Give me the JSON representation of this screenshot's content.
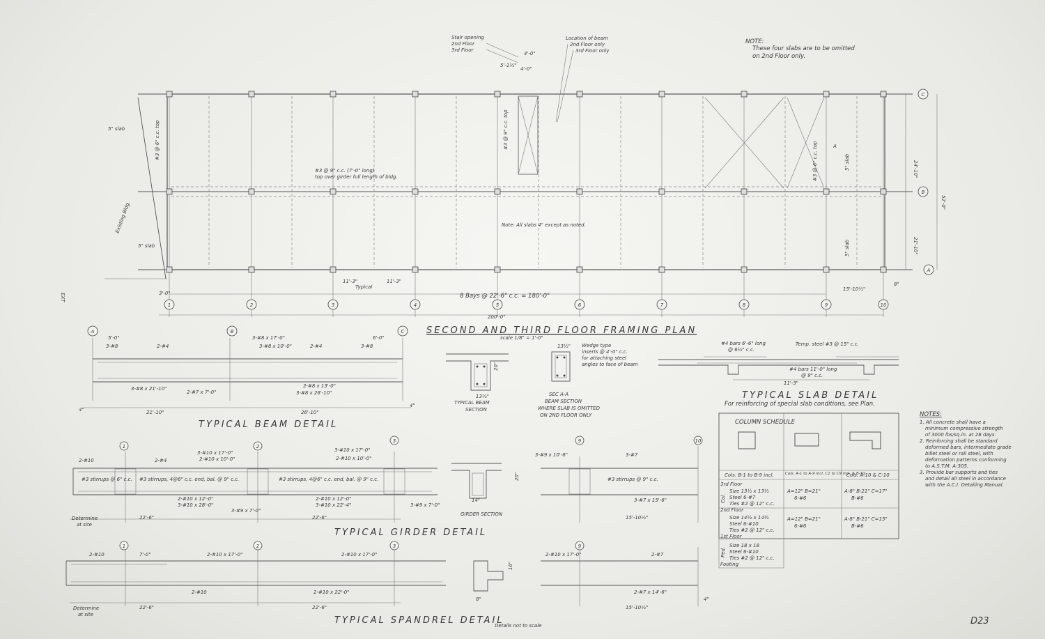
{
  "plan": {
    "title": "SECOND AND THIRD FLOOR FRAMING PLAN",
    "scale": "scale 1/8\" = 1'-0\"",
    "note_slabs": "Note: All slabs 4\" except as noted.",
    "note_top_bars_1": "#3 @ 9\" c.c. (7'-0\" long)",
    "note_top_bars_2": "top over girder full length of bldg.",
    "stair_1": "Stair opening",
    "stair_2": "2nd Floor",
    "stair_3": "3rd Floor",
    "beam_loc_1": "Location of beam",
    "beam_loc_2": "2nd Floor only",
    "beam_loc_3": "3rd Floor only",
    "note_head": "NOTE:",
    "note_1": "These four slabs are to be omitted",
    "note_2": "on 2nd Floor only.",
    "slab_5_top": "5\" slab",
    "slab_5_bot": "5\" slab",
    "slab_5_r1": "5\" slab",
    "slab_5_r2": "5\" slab",
    "existing": "Existing Bldg.",
    "bays": "8 Bays @ 22'-6\" c.c. = 180'-0\"",
    "overall": "200'-0\"",
    "dim_left": "3'-0\"",
    "dim_113": "11'-3\"",
    "dim_113b": "11'-3\"",
    "typical": "Typical",
    "dim_1510": "15'-10½\"",
    "dim_8": "8\"",
    "dim_2410": "24'-10\"",
    "dim_2110": "21'-10\"",
    "dim_520": "52'-0\"",
    "dim_40a": "4'-0\"",
    "dim_40b": "4'-0\"",
    "dim_5112": "5'-1½\"",
    "rebar_v1": "#3 @ 6\" c.c. top",
    "rebar_v2": "#3 @ 9\" c.c. top",
    "rebar_v3": "#3 @ 6\" c.c. top",
    "sec_a": "A",
    "col_labels": [
      "1",
      "2",
      "3",
      "4",
      "5",
      "6",
      "7",
      "8",
      "9",
      "10"
    ],
    "row_labels": [
      "C",
      "B",
      "A"
    ]
  },
  "beam_detail": {
    "title": "TYPICAL BEAM DETAIL",
    "b1": "3-#8",
    "b2": "2-#4",
    "b3": "3-#8 x 17'-0\"",
    "b4": "3-#8 x 10'-0\"",
    "b5": "2-#4",
    "b6": "3-#8",
    "b7": "3-#8 x 21'-10\"",
    "b8": "2-#7 x 7'-0\"",
    "b9": "2-#8 x 13'-0\"",
    "b10": "3-#8 x 26'-10\"",
    "d1": "5'-0\"",
    "d2": "6'-0\"",
    "d3": "21'-10\"",
    "d4": "26'-10\"",
    "d5": "4\"",
    "d6": "4\"",
    "labels": [
      "A",
      "B",
      "C"
    ]
  },
  "beam_section": {
    "title_1": "TYPICAL BEAM",
    "title_2": "SECTION",
    "w": "13½\"",
    "h": "20\""
  },
  "sec_aa": {
    "title_1": "SEC A-A",
    "title_2": "BEAM SECTION",
    "note_1": "WHERE SLAB IS OMITTED",
    "note_2": "ON 2ND FLOOR ONLY",
    "w": "13½\"",
    "wedge_1": "Wedge type",
    "wedge_2": "inserts @ 4'-0\" c.c.",
    "wedge_3": "for attaching steel",
    "wedge_4": "angles to face of beam"
  },
  "slab_detail": {
    "title": "TYPICAL SLAB DETAIL",
    "sub": "For reinforcing of special slab conditions, see Plan.",
    "r1": "#4 bars 6'-6\" long",
    "r2": "@ 6½\" c.c.",
    "r3": "Temp. steel #3 @ 15\" c.c.",
    "r4": "#4 bars 11'-0\" long",
    "r5": "@ 9\" c.c.",
    "span": "11'-3\""
  },
  "girder_detail": {
    "title": "TYPICAL GIRDER DETAIL",
    "g1": "2-#10",
    "g2": "2-#4",
    "g3": "3-#10 x 17'-0\"",
    "g4": "2-#10 x 10'-0\"",
    "g5": "3-#10 x 17'-0\"",
    "g6": "2-#10 x 10'-0\"",
    "g7": "#3 stirrups @ 6\" c.c.",
    "g8": "#3 stirrups, 4@6\" c.c. end, bal. @ 9\" c.c.",
    "g9": "#3 stirrups, 4@6\" c.c. end, bal. @ 9\" c.c.",
    "g10": "2-#10 x 12'-0\"",
    "g11": "3-#10 x 28'-0\"",
    "g12": "3-#9 x 7'-0\"",
    "g13": "2-#10 x 12'-0\"",
    "g14": "3-#10 x 22'-4\"",
    "g15": "3-#9 x 7'-0\"",
    "g16": "3-#9 x 10'-6\"",
    "g17": "3-#7",
    "g18": "#3 stirrups @ 9\" c.c.",
    "g19": "3-#7 x 15'-6\"",
    "d1": "22'-6\"",
    "d2": "22'-6\"",
    "d3": "15'-10½\"",
    "det": "Determine",
    "det2": "at site",
    "sec_title": "GIRDER SECTION",
    "sec_w": "14\"",
    "sec_h": "20\"",
    "labels": [
      "1",
      "2",
      "3",
      "9",
      "10"
    ]
  },
  "spandrel_detail": {
    "title": "TYPICAL SPANDREL DETAIL",
    "s1": "2-#10",
    "s2": "7'-0\"",
    "s3": "2-#10 x 17'-0\"",
    "s4": "2-#10 x 17'-0\"",
    "s5": "2-#10 x 17'-0\"",
    "s6": "2-#7",
    "s7": "2-#10",
    "s8": "2-#10 x 22'-0\"",
    "s9": "2-#7 x 14'-6\"",
    "d1": "22'-6\"",
    "d2": "22'-6\"",
    "d3": "15'-10½\"",
    "d4": "4\"",
    "sec_w": "8\"",
    "sec_h": "16\"",
    "det": "Determine",
    "det2": "at site",
    "scale_note": "Details not to scale",
    "labels": [
      "1",
      "2",
      "3",
      "9"
    ]
  },
  "column_schedule": {
    "title": "COLUMN SCHEDULE",
    "headers": [
      "Cols. B-1 to B-9 incl.",
      "Cols. A-1 to A-9 incl. C1 to C9 incl. & B-10",
      "Cols. A-10 & C-10"
    ],
    "floor_3": "3rd Floor",
    "floor_2": "2nd Floor",
    "floor_1": "1st Floor",
    "footing": "Footing",
    "r3_size": "Size 13½ x 13½",
    "r3_steel": "Steel 6-#7",
    "r3_ties": "Ties #2 @ 12\" c.c.",
    "r3_c2a": "A=12\"  B=21\"",
    "r3_c2b": "6-#6",
    "r3_c3a": "A-8\"  B-21\"  C=17\"",
    "r3_c3b": "B-#6",
    "r2_size": "Size 14½ x 14½",
    "r2_steel": "Steel 6-#10",
    "r2_ties": "Ties #2 @ 12\" c.c.",
    "r2_c2a": "A=12\"  B=21\"",
    "r2_c2b": "6-#6",
    "r2_c3a": "A-8\"  B-21\"  C=15\"",
    "r2_c3b": "B-#6",
    "r1_size": "Size 18 x 18",
    "r1_steel": "Steel 6-#10",
    "r1_ties": "Ties #2 @ 12\" c.c.",
    "side_col": "Col.",
    "side_ped": "Ped."
  },
  "notes": {
    "head": "NOTES:",
    "n1a": "1. All concrete shall have a",
    "n1b": "minimum compressive strength",
    "n1c": "of 3000 lbs/sq.in. at 28 days.",
    "n2a": "2. Reinforcing shall be standard",
    "n2b": "deformed bars, intermediate grade",
    "n2c": "billet steel or rail steel, with",
    "n2d": "deformation patterns conforming",
    "n2e": "to A.S.T.M. A-305.",
    "n3a": "3. Provide bar supports and ties",
    "n3b": "and detail all steel in accordance",
    "n3c": "with the A.C.I. Detailing Manual."
  },
  "sheet_no": "D23",
  "margin_mark": "EXT"
}
